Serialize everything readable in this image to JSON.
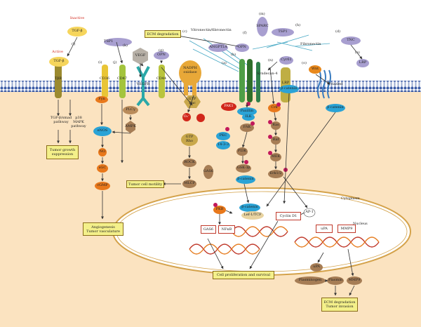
{
  "labels": {
    "inactive": "Inactive",
    "tgfb_inactive": "TGF-β",
    "active": "Active",
    "tgfb_active": "TGF-β",
    "ecm_degradation_top": "ECM degradation",
    "vitro_fibro": "Vitronectin/fibronectin",
    "sparc": "SPARC",
    "tsp1_top": "TSP1",
    "tnc": "TNC",
    "fibronectin": "Fibronectin",
    "angptl4": "ANGPTL4",
    "opn_top": "OPN",
    "vegf": "VEGF",
    "opn_left": "OPN",
    "tsp1_left": "TSP1",
    "cyr61": "Cyr61",
    "wnt": "Wnt",
    "lrp": "LRP",
    "syndecan4": "Syndecan-4",
    "nadph": "NADPH\noxidase",
    "tgfbr": "TβR",
    "cd36": "CD36",
    "cd47": "CD47",
    "vegfr": "VEGFR",
    "cd44": "CD44",
    "frizzled": "Frizzled",
    "tgf_smad": "TGF-β/smad\npathway",
    "p38": "p38\nMAPK\npathway",
    "fyn": "Fyn",
    "plcg": "PLCγ",
    "ampk": "AMPK",
    "gtp_rac": "GTP\nRac",
    "o2": "O₂⁻",
    "pak1": "PAK1",
    "paxillin": "Paxillin",
    "ilk": "ILK",
    "fak": "FAK",
    "pkc": "PKC",
    "p1433": "14-3-3",
    "crk": "Crk",
    "ras": "Ras",
    "raf": "Raf",
    "mek": "MEK",
    "erk": "Erk1/2",
    "b_catenin_right": "β-catenin",
    "b_catenin_fz": "β-catenin",
    "enos": "eNOS",
    "no": "NO",
    "sgc": "sGC",
    "cgmp": "cGMP",
    "gtp_rho": "GTP\nRho",
    "rock": "ROCK",
    "mlcp": "MLCP",
    "gas6_cyto": "GAS6",
    "pi3k": "PI3K",
    "gsk3b": "GSK-3β",
    "b_catenin_mid": "β-catenin",
    "b_catenin_nuc": "β-catenin",
    "lef_tcf": "Lef-1/TCF",
    "cyclin_d1": "Cyclin D1",
    "pkb": "PKB",
    "gas6_nuc": "GAS6",
    "nfkb": "NFκB",
    "ap1": "AP-1",
    "upa_nuc": "uPA",
    "mmp9_nuc": "MMP9",
    "upa": "uPA",
    "plasminogen": "Plasminogen",
    "plasmin": "Plasmin",
    "mmp9": "MMP9",
    "cytoplasm": "Cytoplasm",
    "nucleus": "Nucleus",
    "s_a": "(a)",
    "s_b": "(b)",
    "s_c": "(c)",
    "s_d": "(d)",
    "s_e": "(e)",
    "s_f": "(f)",
    "s_g": "(g)",
    "s_h": "(h)",
    "s_i": "(i)",
    "s_j": "(j)",
    "s_k": "(k)",
    "s_l": "(l)",
    "s_m": "(m)",
    "s_n": "(n)",
    "s_o": "(o)"
  },
  "outcomes": {
    "tumor_growth": "Tumor growth\nsuppression",
    "angiogenesis": "Angiogenesis\nTumor vasculature",
    "motility": "Tumor cell motility",
    "prolif": "Cell proliferation and survival",
    "ecm_invasion": "ECM degradation\nTumor invasion"
  }
}
